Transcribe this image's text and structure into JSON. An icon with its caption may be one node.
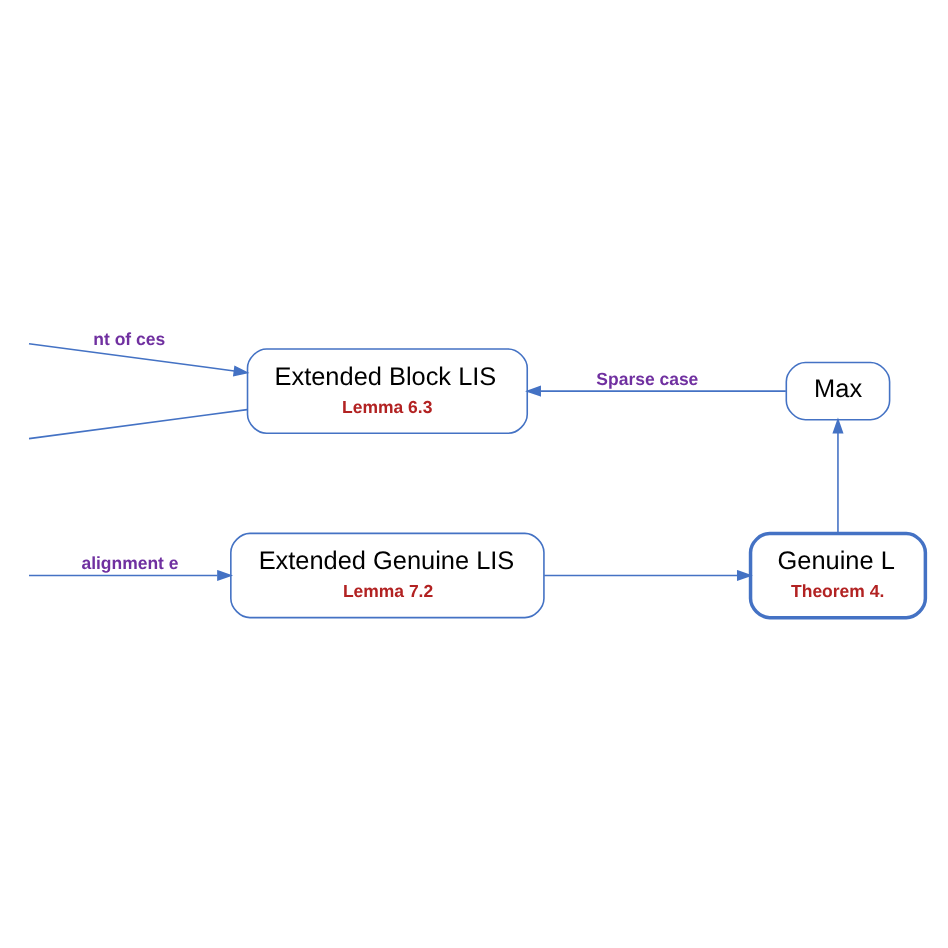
{
  "diagram": {
    "nodes": [
      {
        "text": [
          "Extended Block LIS",
          "Lemma 6.3"
        ]
      },
      {
        "text": [
          "Max"
        ]
      },
      {
        "text": [
          "Genuine L",
          "Theorem 4."
        ]
      },
      {
        "text": [
          "Extended Genuine LIS",
          "Lemma 7.2"
        ]
      }
    ],
    "edges": [
      {
        "from": null,
        "to": 0,
        "arrow": "none"
      },
      {
        "from": null,
        "to": 0,
        "arrow": "to",
        "label": "nt of ces"
      },
      {
        "from": 1,
        "to": 0,
        "arrow": "to",
        "label": "Sparse case"
      },
      {
        "from": 2,
        "to": 1,
        "arrow": "to"
      },
      {
        "from": 3,
        "to": 2,
        "arrow": "to"
      },
      {
        "from": null,
        "to": 3,
        "arrow": "to",
        "label": "alignment e"
      }
    ]
  }
}
